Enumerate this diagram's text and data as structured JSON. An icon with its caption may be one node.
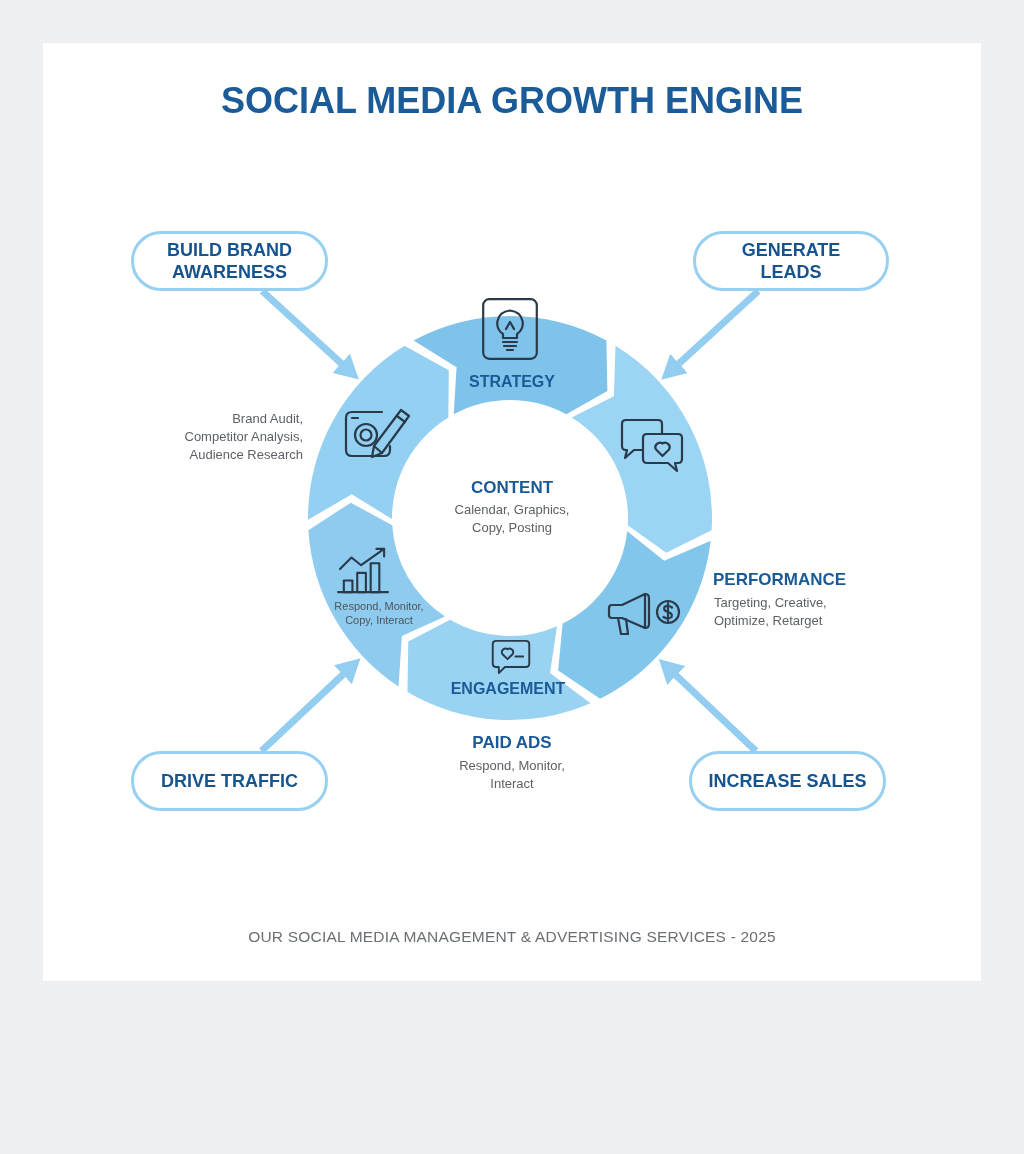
{
  "diagram": {
    "title": "SOCIAL MEDIA GROWTH ENGINE",
    "nodes": [
      {
        "text": [
          "BUILD BRAND AWARENESS"
        ]
      },
      {
        "text": [
          "GENERATE LEADS"
        ]
      },
      {
        "text": [
          "STRATEGY"
        ]
      },
      {
        "text": [],
        "shape": "arrow",
        "beside": [
          "Brand Audit, Competitor Analysis, Audience Research"
        ]
      },
      {
        "text": [],
        "shape": "arrow"
      },
      {
        "text": [],
        "shape": "arrow",
        "beside": [
          "PERFORMANCE",
          "Targeting, Creative, Optimize, Retarget"
        ]
      },
      {
        "text": [
          "Respond, Monitor, Copy, Interact"
        ]
      },
      {
        "text": [
          "ENGAGEMENT"
        ],
        "beside": [
          "PAID ADS",
          "Respond, Monitor, Interact"
        ]
      },
      {
        "text": [
          "DRIVE TRAFFIC"
        ]
      },
      {
        "text": [
          "INCREASE SALES"
        ]
      }
    ],
    "edges": [
      {
        "from": 0,
        "to": 3,
        "arrow": "to"
      },
      {
        "from": 1,
        "to": 4,
        "arrow": "to"
      },
      {
        "from": 8,
        "to": 6,
        "arrow": "to"
      },
      {
        "from": 9,
        "to": 5,
        "arrow": "to"
      }
    ],
    "labels": [
      "CONTENT",
      "Calendar, Graphics, Copy, Posting"
    ],
    "caption": "OUR SOCIAL MEDIA MANAGEMENT & ADVERTISING SERVICES - 2025"
  }
}
